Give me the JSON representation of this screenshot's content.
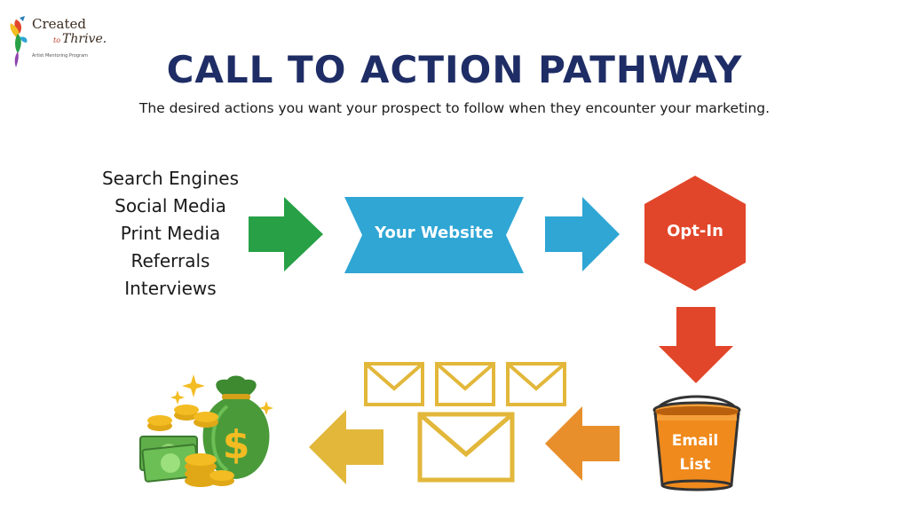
{
  "logo": {
    "line1": "Created",
    "to": "to",
    "line2": "Thrive.",
    "tagline": "Artist Mentoring Program"
  },
  "title": "CALL TO ACTION PATHWAY",
  "subtitle": "The desired actions you want your prospect to follow when they encounter your marketing.",
  "sources": [
    "Search Engines",
    "Social Media",
    "Print Media",
    "Referrals",
    "Interviews"
  ],
  "steps": {
    "website": "Your Website",
    "optin": "Opt-In",
    "email_line1": "Email",
    "email_line2": "List"
  },
  "colors": {
    "title": "#1f2d66",
    "green_arrow": "#27a046",
    "blue": "#2fa6d4",
    "red": "#e2462a",
    "orange": "#e88f2c",
    "gold": "#e2b73a",
    "money_green": "#4a9a3a",
    "coin": "#f3bc22"
  },
  "icons": [
    "hummingbird-icon",
    "envelope-icon",
    "money-bag-icon",
    "bucket-icon"
  ]
}
